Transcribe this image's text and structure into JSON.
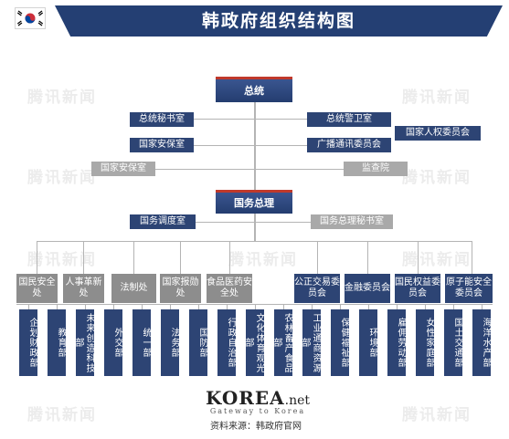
{
  "title": "韩政府组织结构图",
  "flag": {
    "name": "south-korea-flag-icon",
    "red": "#cd2e3a",
    "blue": "#0047a0",
    "black": "#000000"
  },
  "colors": {
    "navy": "#2d4474",
    "gray": "#8d8d8d",
    "red": "#c0392b"
  },
  "watermark": "腾讯新闻",
  "president": {
    "label": "总统"
  },
  "presidential_offices": {
    "secretary": "总统秘书室",
    "security_office": "国家安保室",
    "security_office_2": "国家安保室",
    "guard": "总统警卫室",
    "broadcasting": "广播通讯委员会",
    "human_rights": "国家人权委员会",
    "audit": "监查院"
  },
  "prime_minister": {
    "label": "国务总理",
    "coordination": "国务调度室",
    "secretariat": "国务总理秘书室"
  },
  "agencies": [
    "国民安全处",
    "人事革新处",
    "法制处",
    "国家报勋处",
    "食品医药安全处",
    "公正交易委员会",
    "金融委员会",
    "国民权益委员会",
    "原子能安全委员会"
  ],
  "ministries": [
    "企划财政部",
    "教育部",
    "未来创造科技部",
    "外交部",
    "统一部",
    "法务部",
    "国防部",
    "行政自治部",
    "文化体育观光部",
    "农林畜产食品部",
    "工业通商资源部",
    "保健福祉部",
    "环境部",
    "雇佣劳动部",
    "女性家庭部",
    "国土交通部",
    "海洋水产部"
  ],
  "footer": {
    "logo_main": "KOREA",
    "logo_suffix": ".net",
    "tagline": "Gateway to Korea",
    "source": "资料来源：韩政府官网"
  }
}
